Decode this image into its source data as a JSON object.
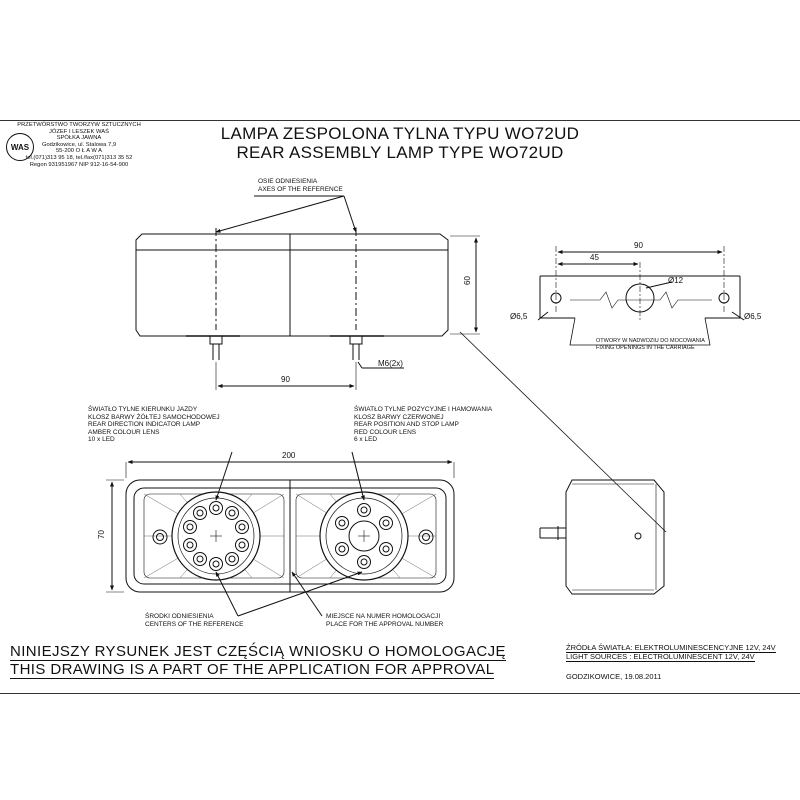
{
  "company": {
    "logo_text": "WAS",
    "lines": [
      "PRZETWÓRSTWO TWORZYW SZTUCZNYCH",
      "JÓZEF I LESZEK WAŚ",
      "SPÓŁKA JAWNA",
      "Godzikowice, ul. Stalowa 7,9",
      "55-200   O Ł A W A",
      "tel.(071)313 95 18, tel./fax(071)313 35 52",
      "Regon 931951967 NIP 912-16-54-900"
    ]
  },
  "title": {
    "pl": "LAMPA ZESPOLONA TYLNA  TYPU WO72UD",
    "en": "REAR ASSEMBLY LAMP TYPE WO72UD"
  },
  "top_view": {
    "axes_label_pl": "OSIE ODNIESIENIA",
    "axes_label_en": "AXES OF THE REFERENCE",
    "height_dim": "60",
    "width_dim": "90",
    "thread_label": "M6(2x)"
  },
  "hole_diagram": {
    "width_dim": "90",
    "half_dim": "45",
    "center_hole": "Ø12",
    "side_hole_left": "Ø6,5",
    "side_hole_right": "Ø6,5",
    "note_pl": "OTWORY W NADWOZIU DO MOCOWANIA",
    "note_en": "FIXING OPENINGS IN THE CARRIAGE"
  },
  "front_view": {
    "width_dim": "200",
    "height_dim": "70",
    "left_label": [
      "ŚWIATŁO TYLNE KIERUNKU JAZDY",
      "KLOSZ BARWY ŻÓŁTEJ SAMOCHODOWEJ",
      "REAR DIRECTION INDICATOR LAMP",
      "AMBER COLOUR LENS",
      "10 x LED"
    ],
    "right_label": [
      "ŚWIATŁO TYLNE POZYCYJNE I HAMOWANIA",
      "KLOSZ BARWY CZERWONEJ",
      "REAR POSITION AND STOP LAMP",
      "RED COLOUR LENS",
      "6 x LED"
    ],
    "centers_pl": "ŚRODKI ODNIESIENIA",
    "centers_en": "CENTERS OF THE REFERENCE",
    "approval_pl": "MIEJSCE NA NUMER HOMOLOGACJI",
    "approval_en": "PLACE FOR THE APPROVAL NUMBER"
  },
  "notice": {
    "pl": "NINIEJSZY RYSUNEK JEST CZĘŚCIĄ WNIOSKU O  HOMOLOGACJĘ",
    "en": "THIS DRAWING IS A PART OF THE APPLICATION FOR  APPROVAL"
  },
  "light_sources": {
    "pl": "ŹRÓDŁA ŚWIATŁA: ELEKTROLUMINESCENCYJNE  12V, 24V",
    "en": "LIGHT SOURCES : ELECTROLUMINESCENT  12V, 24V"
  },
  "place_date": "GODZIKOWICE,  19.08.2011"
}
